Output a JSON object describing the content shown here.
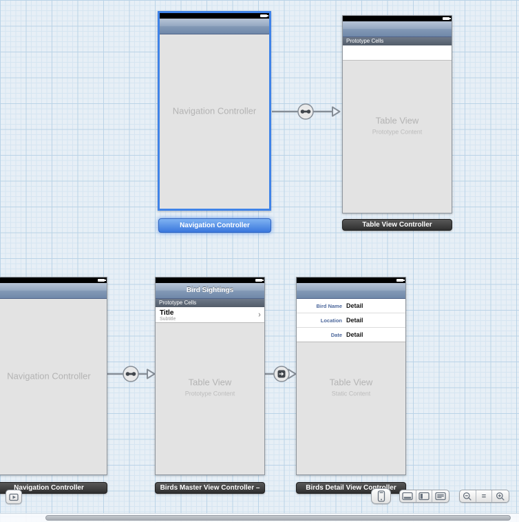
{
  "scenes": {
    "top_nav": {
      "center_label": "Navigation Controller",
      "footer_label": "Navigation Controller"
    },
    "top_table": {
      "banner": "Prototype Cells",
      "center_title": "Table View",
      "center_sub": "Prototype Content",
      "footer_label": "Table View Controller"
    },
    "bottom_nav": {
      "center_label": "Navigation Controller",
      "footer_label": "Navigation Controller"
    },
    "master": {
      "nav_title": "Bird Sightings",
      "banner": "Prototype Cells",
      "cell_title": "Title",
      "cell_subtitle": "Subtitle",
      "chevron": "›",
      "center_title": "Table View",
      "center_sub": "Prototype Content",
      "footer_label": "Birds Master View Controller –"
    },
    "detail": {
      "rows": [
        {
          "label": "Bird Name",
          "value": "Detail"
        },
        {
          "label": "Location",
          "value": "Detail"
        },
        {
          "label": "Date",
          "value": "Detail"
        }
      ],
      "center_title": "Table View",
      "center_sub": "Static Content",
      "footer_label": "Birds Detail View Controller"
    }
  },
  "controls": {
    "zoom_reset_label": "=",
    "icons": {
      "outline_toggle": "expand-document-outline-icon",
      "device": "iphone-icon",
      "panel_left": "panel-window-icon",
      "panel_mid": "panel-window-icon",
      "panel_right": "panel-notes-icon",
      "zoom_out": "magnifier-minus-icon",
      "zoom_in": "magnifier-plus-icon"
    }
  },
  "colors": {
    "canvas_background": "#e7eff6",
    "grid_major": "#bad3e7",
    "grid_minor": "#d6e5f1",
    "selection_blue": "#3f83e8",
    "selected_label_gradient_top": "#7fb3f2",
    "selected_label_gradient_bottom": "#3a77dd",
    "dark_label": "#3a3a3a",
    "navbar_top": "#b7c4d6",
    "navbar_bottom": "#6f88a9",
    "detail_label_blue": "#4d689c"
  }
}
